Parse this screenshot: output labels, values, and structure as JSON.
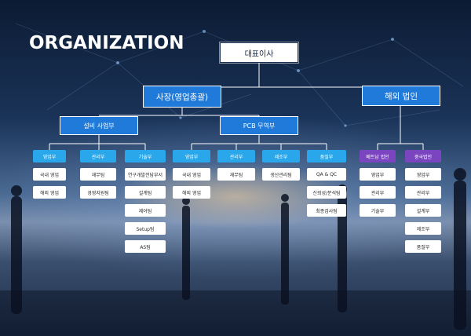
{
  "title": "ORGANIZATION",
  "ceo": "대표이사",
  "president": "사장(영업총괄)",
  "overseas": "해외 법인",
  "facility_division": "설비 사업부",
  "pcb_division": "PCB 무역부",
  "facility_depts": [
    {
      "head": "영업부",
      "items": [
        "국내 영업",
        "해외 영업"
      ]
    },
    {
      "head": "관리부",
      "items": [
        "재무팀",
        "경영지원팀"
      ]
    },
    {
      "head": "기술부",
      "items": [
        "연구개발전담부서",
        "설계팀",
        "제어팀",
        "Setup팀",
        "AS팀"
      ]
    }
  ],
  "pcb_depts": [
    {
      "head": "영업부",
      "items": [
        "국내 영업",
        "해외 영업"
      ]
    },
    {
      "head": "관리부",
      "items": [
        "재무팀"
      ]
    },
    {
      "head": "제조부",
      "items": [
        "생산관리팀"
      ]
    },
    {
      "head": "품질부",
      "items": [
        "QA & QC",
        "신뢰성/분석팀",
        "최종검사팀"
      ]
    }
  ],
  "overseas_depts": [
    {
      "head": "베트남 법인",
      "items": [
        "영업부",
        "관리부",
        "기술부"
      ]
    },
    {
      "head": "중국법인",
      "items": [
        "영업부",
        "관리부",
        "설계부",
        "제조부",
        "품질부"
      ]
    }
  ],
  "colors": {
    "header_blue": "#2aa7ea",
    "header_purple": "#7b45c0",
    "division_blue": "#1f7ad9",
    "connector": "#ffffff"
  }
}
